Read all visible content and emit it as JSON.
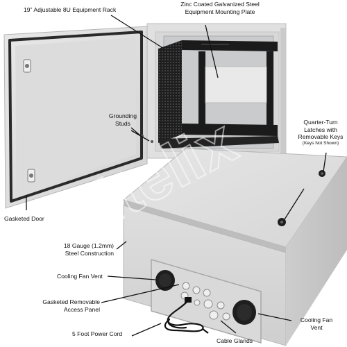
{
  "watermark": "Altelix",
  "callouts": {
    "rack": "19” Adjustable 8U Equipment Rack",
    "plate_line1": "Zinc Coated Galvanized Steel",
    "plate_line2": "Equipment Mounting Plate",
    "grounding_line1": "Grounding",
    "grounding_line2": "Studs",
    "latches_line1": "Quarter-Turn",
    "latches_line2": "Latches with",
    "latches_line3": "Removable Keys",
    "latches_note": "(Keys Not Shown)",
    "gasketed_door": "Gasketed Door",
    "gauge_line1": "18 Gauge (1.2mm)",
    "gauge_line2": "Steel Construction",
    "fan_vent_left": "Cooling Fan Vent",
    "panel_line1": "Gasketed Removable",
    "panel_line2": "Access Panel",
    "power_cord": "5 Foot Power Cord",
    "cable_glands": "Cable Glands",
    "fan_vent_right_line1": "Cooling Fan",
    "fan_vent_right_line2": "Vent"
  },
  "colors": {
    "enclosure": "#e2e2e2",
    "enclosure_shadow": "#c9c9c9",
    "rack": "#1b1b1b",
    "gasket": "#2a2a2a"
  }
}
